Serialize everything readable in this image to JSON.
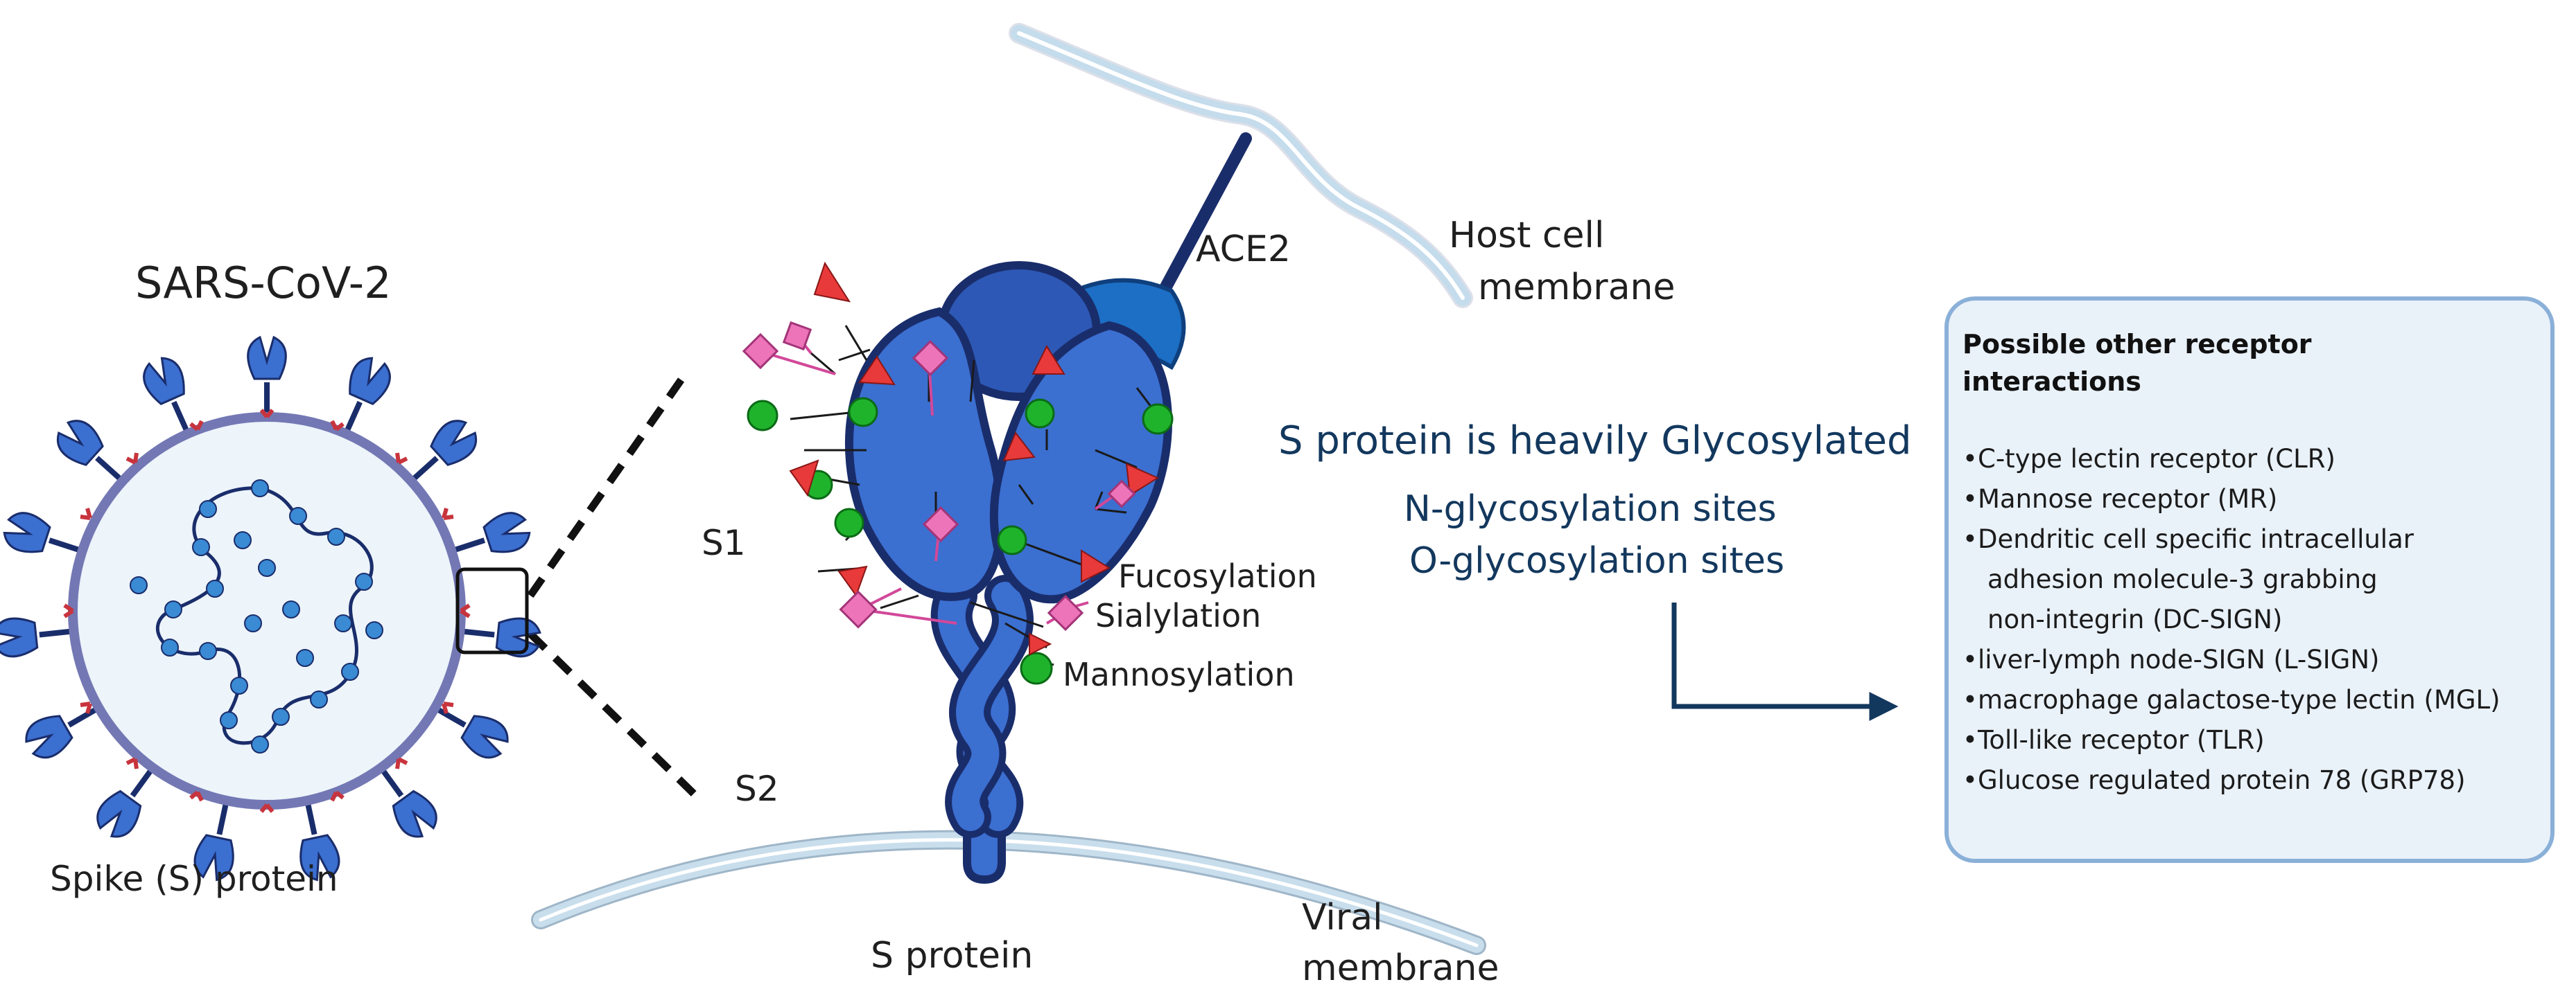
{
  "labels": {
    "virus_title": "SARS-CoV-2",
    "spike_protein": "Spike (S) protein",
    "s1": "S1",
    "s2": "S2",
    "s_protein": "S protein",
    "ace2": "ACE2",
    "host_membrane_line1": "Host cell",
    "host_membrane_line2": "membrane",
    "viral_membrane_line1": "Viral",
    "viral_membrane_line2": "membrane",
    "fucosylation": "Fucosylation",
    "sialylation": "Sialylation",
    "mannosylation": "Mannosylation",
    "glyco_heading": "S protein is heavily Glycosylated",
    "n_glyco": "N-glycosylation sites",
    "o_glyco": "O-glycosylation sites"
  },
  "receptor_box": {
    "title_line1": "Possible other receptor",
    "title_line2": "interactions",
    "items": [
      {
        "line1": "C-type lectin receptor (CLR)",
        "rest": ""
      },
      {
        "line1": "Mannose receptor (MR)",
        "rest": ""
      },
      {
        "line1": "Dendritic cell specific  intracellular",
        "rest": "adhesion molecule-3 grabbing\nnon-integrin (DC-SIGN)"
      },
      {
        "line1": "liver-lymph node-SIGN (L-SIGN)",
        "rest": ""
      },
      {
        "line1": "macrophage galactose-type lectin (MGL)",
        "rest": ""
      },
      {
        "line1": "Toll-like receptor (TLR)",
        "rest": ""
      },
      {
        "line1": "Glucose regulated protein 78 (GRP78)",
        "rest": ""
      }
    ]
  },
  "colors": {
    "protein_blue": "#3b6fd0",
    "protein_dark": "#1a2d6b",
    "membrane": "#c4dcec",
    "ace2": "#1f4f9a",
    "mannose_green": "#1fb32c",
    "fucose_red": "#e83a3a",
    "sialic_pink": "#ee74ba",
    "box_border": "#8ab0d8",
    "box_fill": "#e9f1f9",
    "arrow_blue": "#13385e"
  },
  "icons": {
    "mannose": "green-circle",
    "fucose": "red-triangle",
    "sialic_acid": "pink-diamond"
  }
}
